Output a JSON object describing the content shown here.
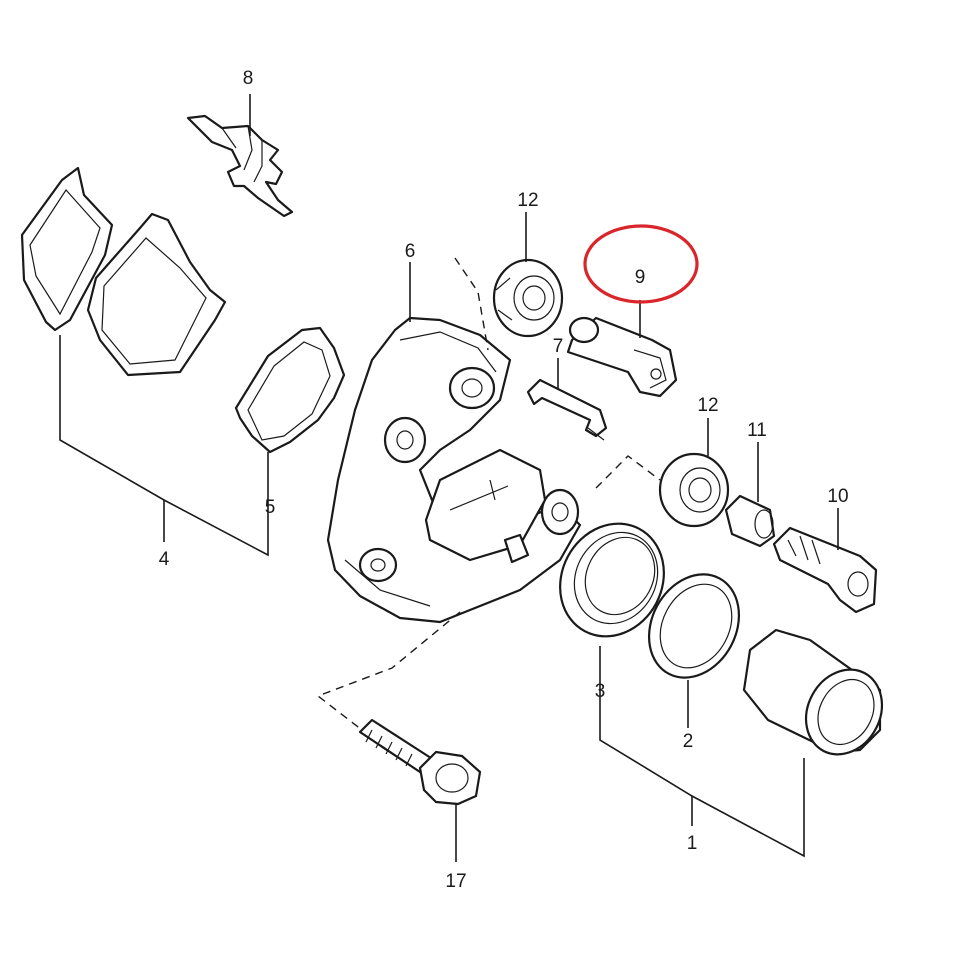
{
  "labels": {
    "l1": "1",
    "l2": "2",
    "l3": "3",
    "l4": "4",
    "l5": "5",
    "l6": "6",
    "l7": "7",
    "l8": "8",
    "l9": "9",
    "l10": "10",
    "l11": "11",
    "l12a": "12",
    "l12b": "12",
    "l17": "17"
  },
  "highlight": {
    "target": "9",
    "color": "#d9262b"
  }
}
